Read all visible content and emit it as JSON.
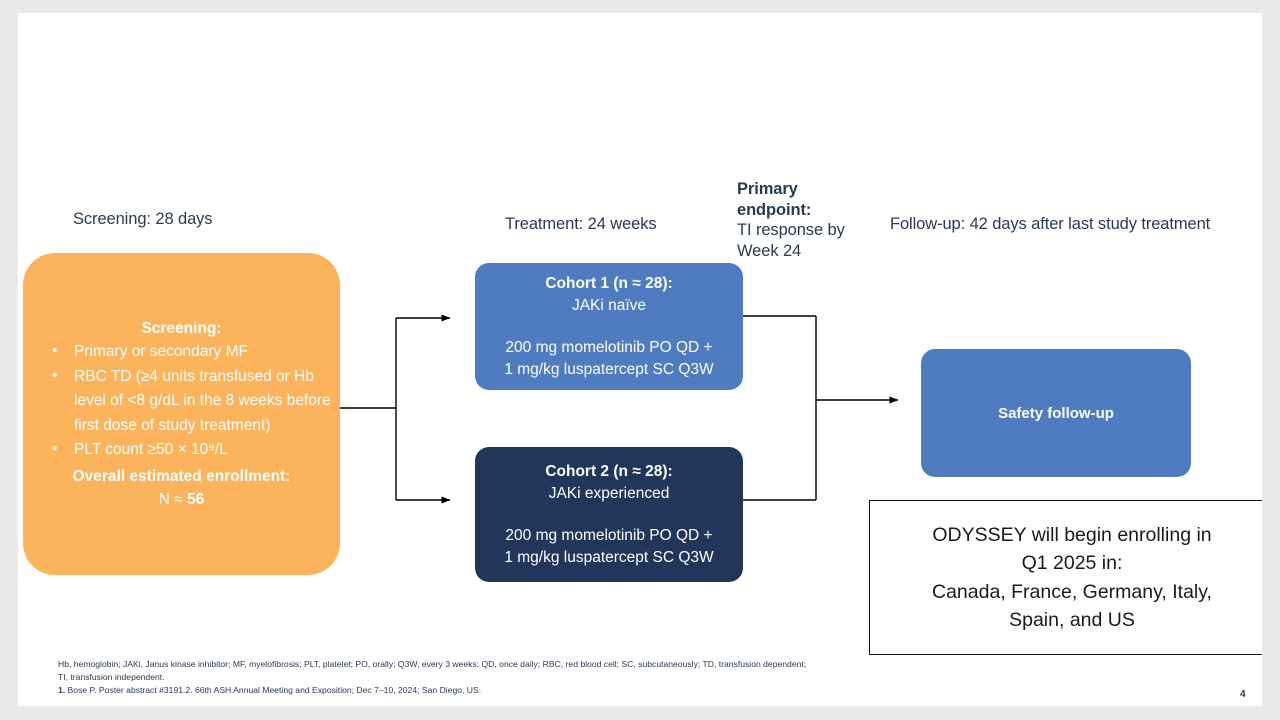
{
  "slide": {
    "page_number": "4",
    "background": "#ffffff",
    "canvas_background": "#eaeaea"
  },
  "colors": {
    "orange": "#fbb45c",
    "blue": "#4f7cc0",
    "navy": "#22355a",
    "text_dark": "#2b3a52",
    "line": "#000000"
  },
  "stage_labels": {
    "screening": "Screening: 28 days",
    "treatment": "Treatment: 24 weeks",
    "followup": "Follow-up: 42 days after last study treatment"
  },
  "primary_endpoint": {
    "heading_line1": "Primary",
    "heading_line2": "endpoint:",
    "body_line1": "TI response by",
    "body_line2": "Week 24"
  },
  "screening_box": {
    "title": "Screening:",
    "bullets": [
      "Primary or secondary MF",
      "RBC TD (≥4 units transfused or Hb level of <8 g/dL in the 8 weeks before first dose of study treatment)",
      "PLT count ≥50 × 10⁹/L"
    ],
    "enrollment_label": "Overall estimated enrollment:",
    "enrollment_value_prefix": "N ≈ ",
    "enrollment_value": "56"
  },
  "cohorts": [
    {
      "title": "Cohort 1 (n ≈ 28):",
      "subtitle": "JAKi naïve",
      "regimen_line1": "200 mg momelotinib PO QD +",
      "regimen_line2": "1 mg/kg luspatercept SC Q3W",
      "color": "#4f7cc0"
    },
    {
      "title": "Cohort 2 (n ≈ 28):",
      "subtitle": "JAKi experienced",
      "regimen_line1": "200 mg momelotinib PO QD +",
      "regimen_line2": "1 mg/kg luspatercept SC Q3W",
      "color": "#22355a"
    }
  ],
  "safety_box": {
    "label": "Safety follow-up"
  },
  "odyssey_box": {
    "line1": "ODYSSEY will begin enrolling in",
    "line2": "Q1 2025 in:",
    "line3": "Canada, France, Germany, Italy,",
    "line4": "Spain, and US"
  },
  "footnotes": {
    "abbreviations_line1": "Hb, hemoglobin; JAKi, Janus kinase inhibitor; MF, myelofibrosis; PLT, platelet; PO, orally; Q3W, every 3 weeks; QD, once daily; RBC, red blood cell; SC, subcutaneously; TD, transfusion dependent;",
    "abbreviations_line2": "TI, transfusion independent.",
    "reference_number": "1.",
    "reference_text": " Bose P. Poster abstract #3191.2. 66th ASH Annual Meeting and Exposition; Dec 7–10, 2024; San Diego, US."
  }
}
